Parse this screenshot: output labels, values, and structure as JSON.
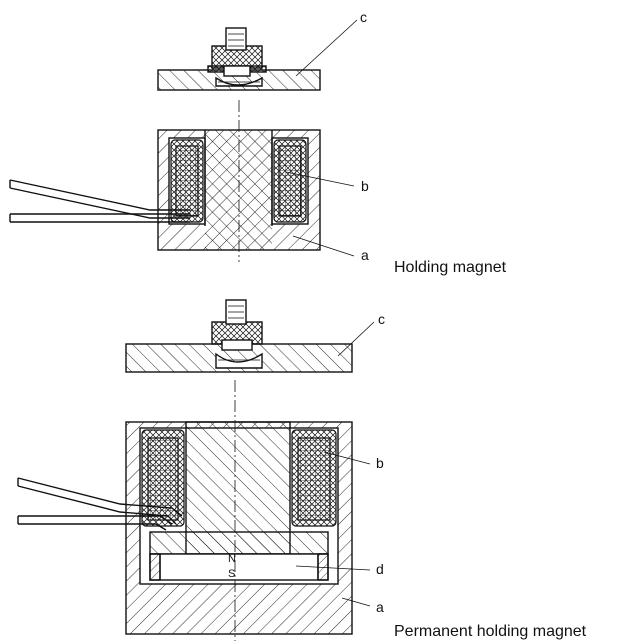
{
  "upper_assembly": {
    "labels": {
      "armature": "c",
      "coil": "b",
      "body": "a"
    },
    "caption": "Holding magnet"
  },
  "lower_assembly": {
    "labels": {
      "armature": "c",
      "coil": "b",
      "magnet": "d",
      "body": "a"
    },
    "pole_north": "N",
    "pole_south": "S",
    "caption": "Permanent holding magnet"
  },
  "colors": {
    "line": "#111111",
    "background": "#ffffff"
  }
}
